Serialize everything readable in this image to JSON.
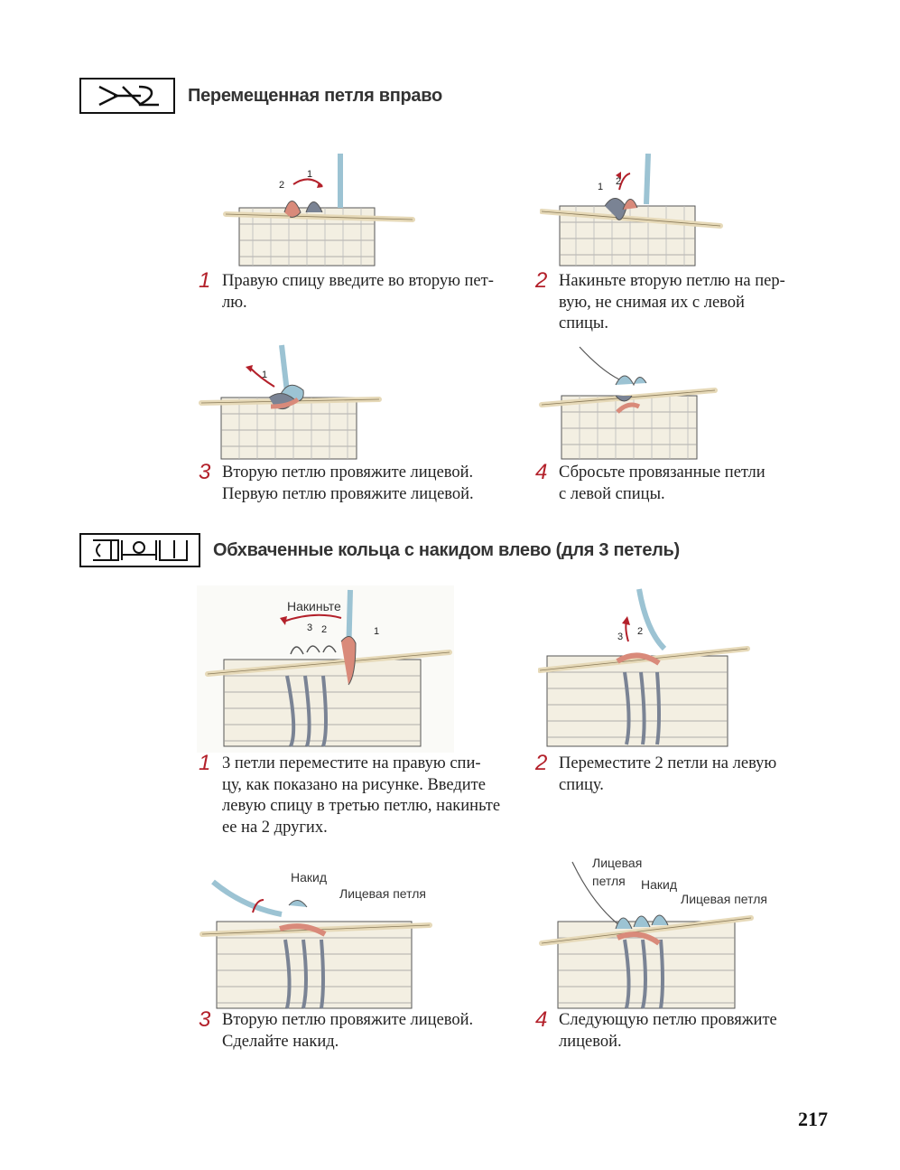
{
  "section1": {
    "title": "Перемещенная петля вправо",
    "steps": [
      {
        "num": "1",
        "text": "Правую спицу введите во вторую пет-\nлю."
      },
      {
        "num": "2",
        "text": "Накиньте вторую петлю на пер-\nвую, не снимая их с левой\nспицы."
      },
      {
        "num": "3",
        "text": "Вторую петлю провяжите лицевой.\nПервую петлю провяжите лицевой."
      },
      {
        "num": "4",
        "text": "Сбросьте провязанные петли\nс левой спицы."
      }
    ],
    "diagram_labels": {
      "d1": [
        "2",
        "1"
      ],
      "d2": [
        "1",
        "2"
      ],
      "d3": [
        "1"
      ]
    }
  },
  "section2": {
    "title": "Обхваченные кольца с накидом влево (для 3 петель)",
    "steps": [
      {
        "num": "1",
        "text": "3 петли переместите на правую спи-\nцу, как показано на рисунке. Введите\nлевую спицу в третью петлю, накиньте\nее на 2 других."
      },
      {
        "num": "2",
        "text": "Переместите 2 петли на левую\nспицу."
      },
      {
        "num": "3",
        "text": "Вторую петлю провяжите лицевой.\nСделайте накид."
      },
      {
        "num": "4",
        "text": "Следующую петлю провяжите\nлицевой."
      }
    ],
    "diagram_labels": {
      "d1": [
        "Накиньте",
        "3",
        "2",
        "1"
      ],
      "d2": [
        "3",
        "2"
      ],
      "d3": [
        "Накид",
        "Лицевая петля"
      ],
      "d4": [
        "Лицевая",
        "петля",
        "Накид",
        "Лицевая петля"
      ]
    }
  },
  "page_number": "217",
  "colors": {
    "accent": "#b3202a",
    "yarn_light": "#f3efe2",
    "yarn_outline": "#555555",
    "yarn_blue": "#9cc3d3",
    "yarn_grey": "#7a8394",
    "yarn_pink": "#d98a7a",
    "needle": "#e6d9b8"
  }
}
